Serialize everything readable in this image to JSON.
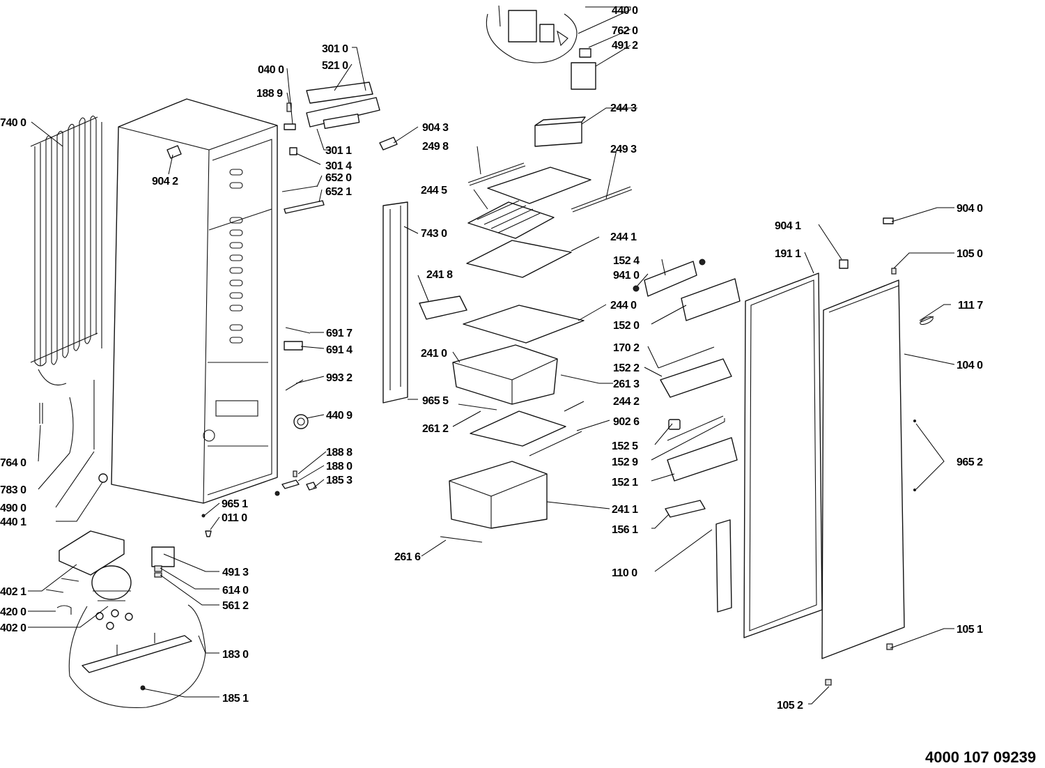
{
  "document_number": "4000 107 09239",
  "callouts": {
    "c4400": "440 0",
    "c7620": "762 0",
    "c4912": "491 2",
    "c3010": "301 0",
    "c5210": "521 0",
    "c0400": "040 0",
    "c1889": "188 9",
    "c2443": "244 3",
    "c7400": "740 0",
    "c9043": "904 3",
    "c2498": "249 8",
    "c2493": "249 3",
    "c3011": "301 1",
    "c3014": "301 4",
    "c9042": "904 2",
    "c6520": "652 0",
    "c6521": "652 1",
    "c2445": "244 5",
    "c9040": "904 0",
    "c7430": "743 0",
    "c9041": "904 1",
    "c2441": "244 1",
    "c1911": "191 1",
    "c1050": "105 0",
    "c1524": "152 4",
    "c2418": "241 8",
    "c9410": "941 0",
    "c1117": "111 7",
    "c2440": "244 0",
    "c1520": "152 0",
    "c6917": "691 7",
    "c6914": "691 4",
    "c2410": "241 0",
    "c1702": "170 2",
    "c1040": "104 0",
    "c1522": "152 2",
    "c9932": "993 2",
    "c2613": "261 3",
    "c9655": "965 5",
    "c2442": "244 2",
    "c4409": "440 9",
    "c2612": "261 2",
    "c9026": "902 6",
    "c1525": "152 5",
    "c9652": "965 2",
    "c1888": "188 8",
    "c1529": "152 9",
    "c7640": "764 0",
    "c1880": "188 0",
    "c1853": "185 3",
    "c1521": "152 1",
    "c7830": "783 0",
    "c4900": "490 0",
    "c9651": "965 1",
    "c2411": "241 1",
    "c4401": "440 1",
    "c0110": "011 0",
    "c1561": "156 1",
    "c2616": "261 6",
    "c4913": "491 3",
    "c1100": "110 0",
    "c6140": "614 0",
    "c4021": "402 1",
    "c5612": "561 2",
    "c4200": "420 0",
    "c4020": "402 0",
    "c1830": "183 0",
    "c1051": "105 1",
    "c1851": "185 1",
    "c1052": "105 2"
  }
}
